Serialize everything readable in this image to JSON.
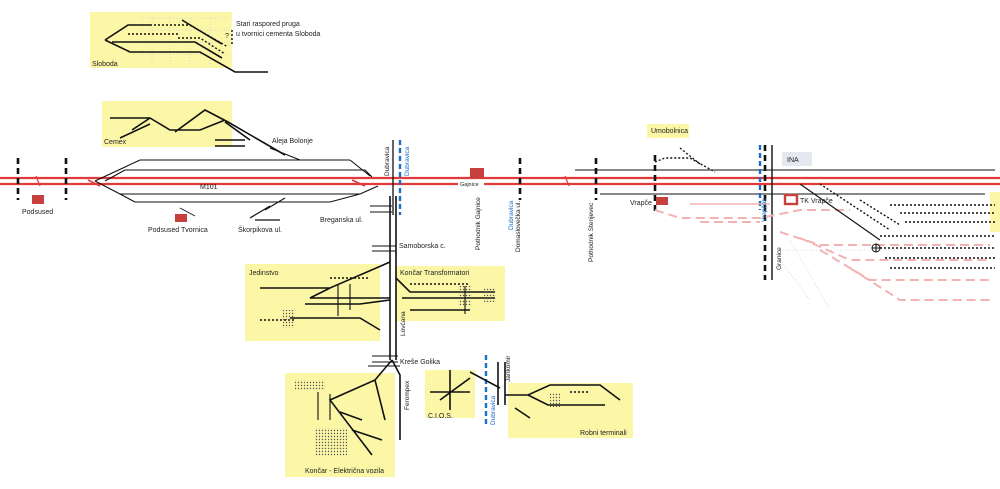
{
  "labels": {
    "sloboda": "Sloboda",
    "sloboda_note_1": "Stari raspored pruga",
    "sloboda_note_2": "u tvornici cementa Sloboda",
    "question": "?",
    "cemex": "Cemex",
    "aleja_bolonje": "Aleja Bolonje",
    "m101": "M101",
    "podsused": "Podsused",
    "podsused_tvornica": "Podsused Tvornica",
    "skorpikova": "Škorpikova ul.",
    "breganska": "Breganska ul.",
    "dubravica_1": "Dubravica",
    "dubravica_1b": "Dubravica",
    "gajnice": "Gajnice",
    "pothodnik_gajnice": "Pothodnik Gajnice",
    "dubravica_2": "Dubravica",
    "domaslovecka": "Domaslovečka ul.",
    "pothodnik_stenjevec": "Pothodnik Stenjevec",
    "umobolnica": "Umobolnica",
    "vrapce": "Vrapče",
    "vrapcak": "Vrapčak",
    "granice": "Granice",
    "tk_vrapce": "TK Vrapče",
    "ina": "INA",
    "samoborska": "Samoborska c.",
    "jedinstvo": "Jedinstvo",
    "koncar_transformatori": "Končar Transformatori",
    "lovcana": "Lovćana",
    "krese_golika": "Kreše Golika",
    "ferompex": "Ferompex",
    "cios": "C.I.O.S.",
    "dubravica_3": "Dubravica",
    "jankomir": "Jankomir",
    "robni_terminali": "Robni terminali",
    "koncar_elektricna": "Končar - Električna vozila"
  },
  "colors": {
    "main_line": "#e23a3a",
    "industrial_zone": "#fbf7a6",
    "station": "#c8403e",
    "dubravica_blue": "#1a6fc4",
    "planned_track": "#f2b3b3"
  }
}
